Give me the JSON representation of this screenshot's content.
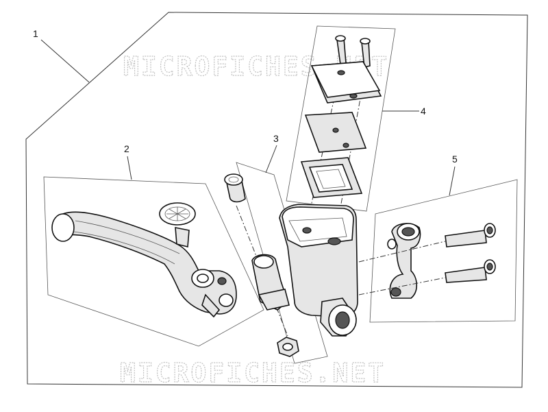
{
  "callouts": [
    {
      "label": "1"
    },
    {
      "label": "2"
    },
    {
      "label": "3"
    },
    {
      "label": "4"
    },
    {
      "label": "5"
    }
  ],
  "watermark": {
    "top": "MICROFICHES.NET",
    "bottom": "MICROFICHES.NET"
  },
  "colors": {
    "line": "#111111",
    "fill": "#e6e6e6",
    "watermark": "#bfbfbf"
  }
}
